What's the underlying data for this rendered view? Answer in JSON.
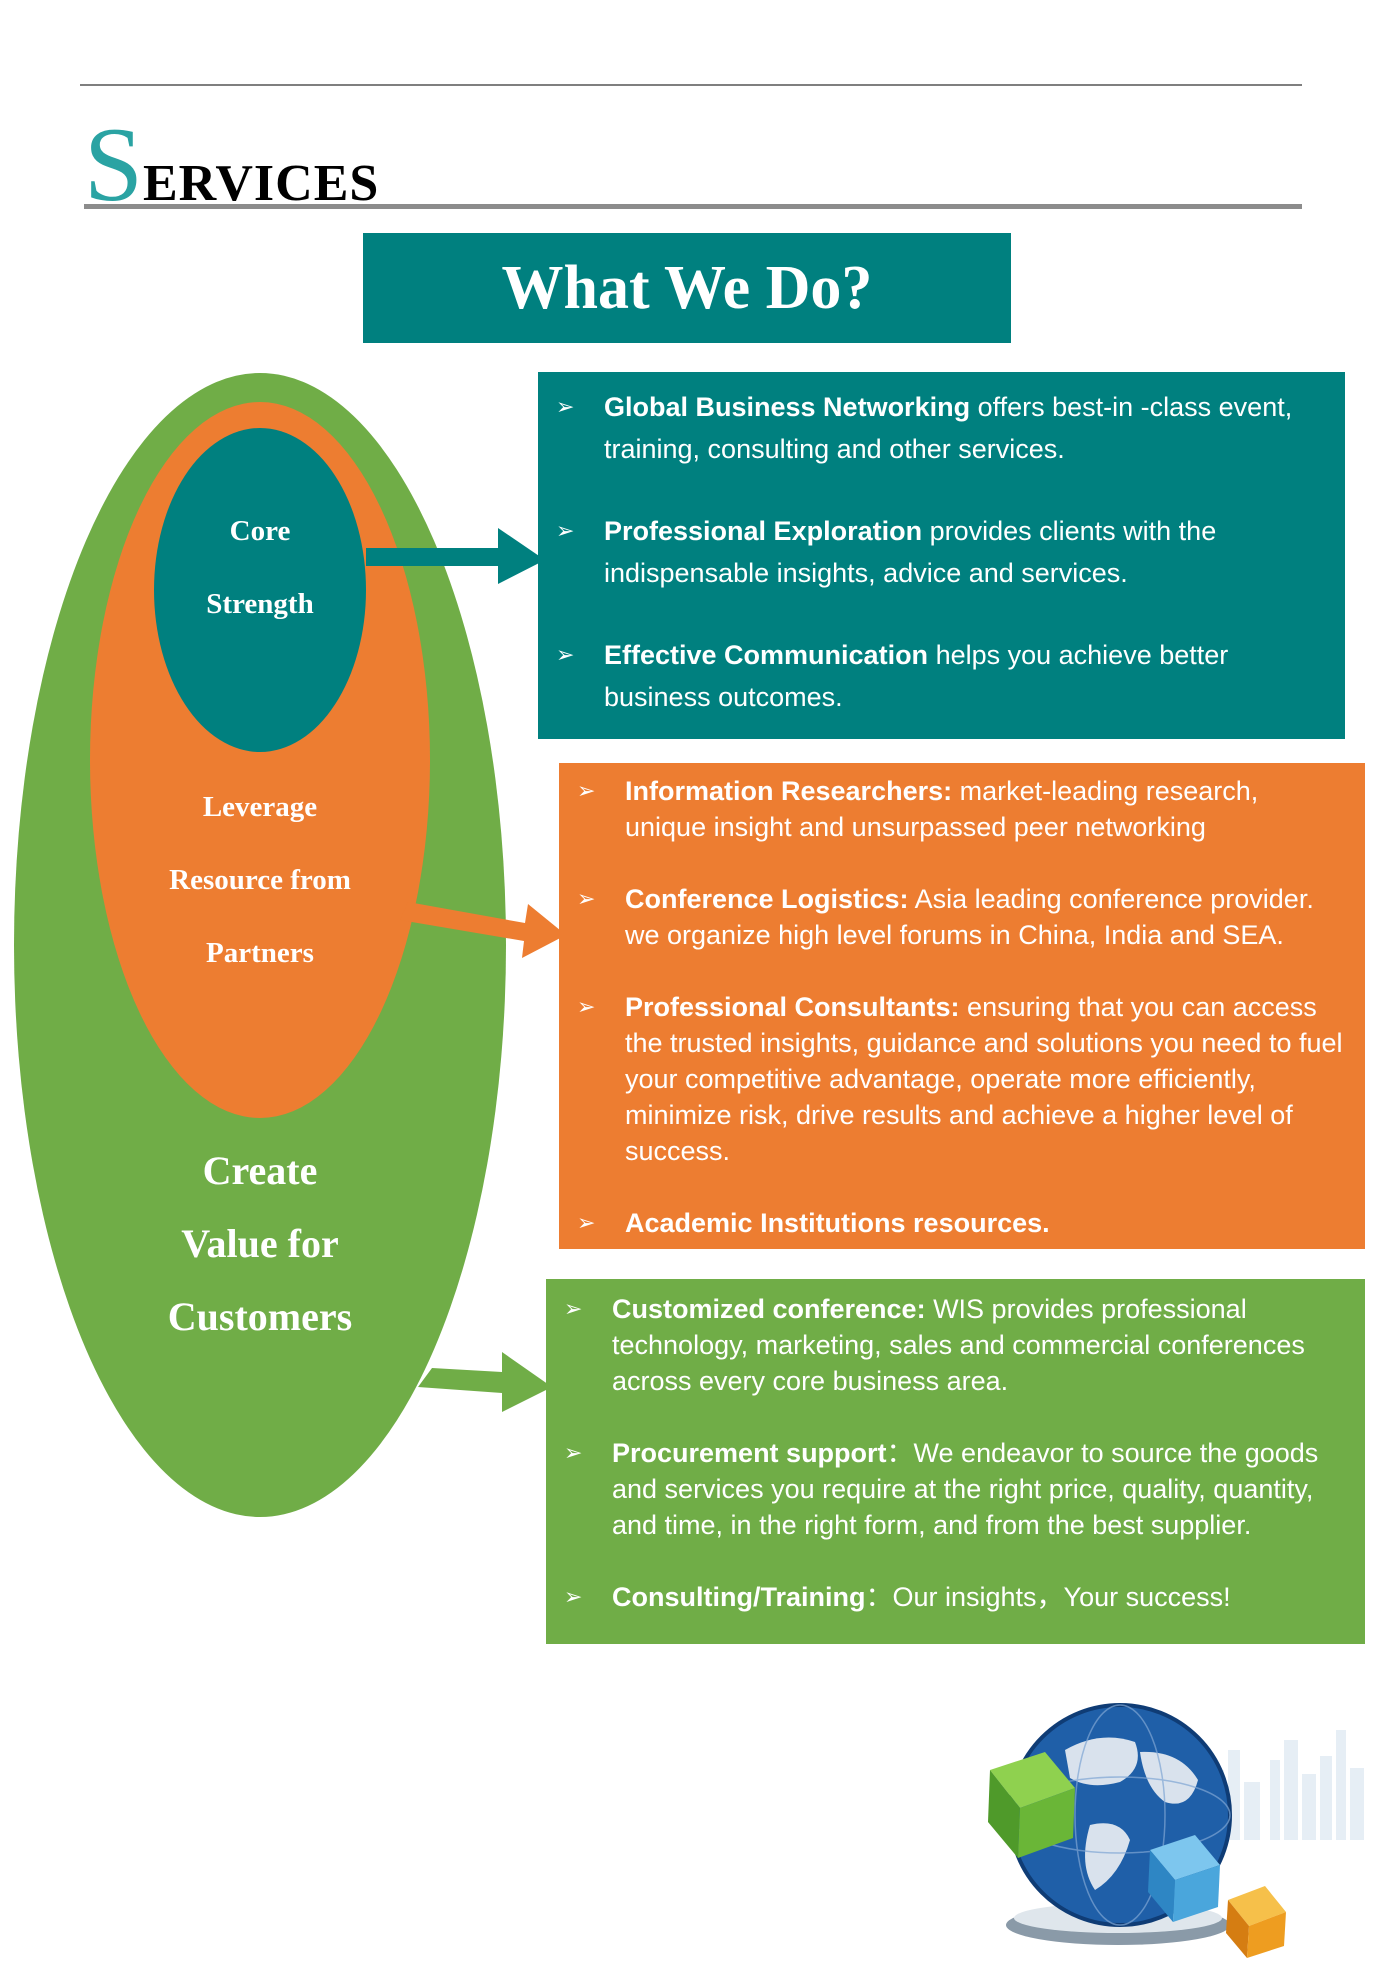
{
  "section": {
    "title_initial": "S",
    "title_rest": "ERVICES"
  },
  "headline": "What We Do?",
  "oval": {
    "inner": [
      "Core",
      "Strength"
    ],
    "middle": [
      "Leverage",
      "Resource from",
      "Partners"
    ],
    "outer": [
      "Create",
      "Value for",
      "Customers"
    ]
  },
  "panels": {
    "teal": [
      {
        "bold": "Global Business Networking",
        "text": " offers best-in -class event, training, consulting and other services."
      },
      {
        "bold": "Professional Exploration",
        "text": " provides clients with the indispensable insights, advice and services."
      },
      {
        "bold": "Effective Communication",
        "text": " helps you achieve better business outcomes."
      }
    ],
    "orange": [
      {
        "bold": "Information Researchers:",
        "text": " market-leading research, unique insight and unsurpassed peer networking"
      },
      {
        "bold": "Conference Logistics:",
        "text": " Asia leading conference provider. we organize high level forums in China, India and SEA."
      },
      {
        "bold": "Professional Consultants:",
        "text": " ensuring that you can access the trusted insights, guidance and solutions you need to fuel your competitive advantage, operate more efficiently, minimize risk, drive results and achieve a higher level of success."
      },
      {
        "bold": "Academic Institutions resources.",
        "text": ""
      }
    ],
    "green": [
      {
        "bold": "Customized conference:",
        "text": " WIS provides professional technology, marketing, sales and commercial conferences across every core business area."
      },
      {
        "bold": "Procurement support",
        "text": "：We endeavor to source the goods and services you require at the right price, quality, quantity, and time, in the right form, and from the best supplier."
      },
      {
        "bold": "Consulting/Training",
        "text": "：Our insights，Your success!"
      }
    ]
  },
  "bullet_glyph": "➢",
  "colors": {
    "teal": "#00807f",
    "orange": "#ed7d31",
    "green": "#70ad47",
    "title_accent": "#2aa3a3"
  }
}
